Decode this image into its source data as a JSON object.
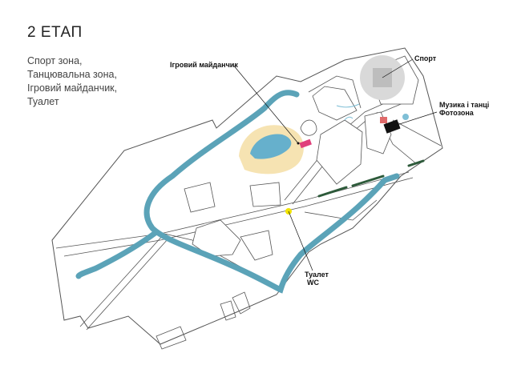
{
  "header": {
    "title": "2 ЕТАП",
    "subtitle_lines": [
      "Спорт зона,",
      "Танцювальна зона,",
      "Ігровий майданчик,",
      "Туалет"
    ]
  },
  "labels": {
    "playground": "Ігровий майданчик",
    "sport": "Спорт",
    "music_line1": "Музика і танці",
    "music_line2": "Фотозона",
    "toilet_line1": "Туалет",
    "toilet_line2": "WC"
  },
  "colors": {
    "river": "#5ba3b8",
    "sand": "#f6e3b2",
    "pond": "#66b0cc",
    "outline": "#555555",
    "sport_field": "#d9d9d9",
    "sport_center": "#bdbdbd",
    "hedge": "#2d5a3a",
    "toilet_marker": "#f2e400",
    "music_stage": "#111111",
    "photo_zone": "#e06a6a",
    "play_marker": "#e0407a"
  }
}
